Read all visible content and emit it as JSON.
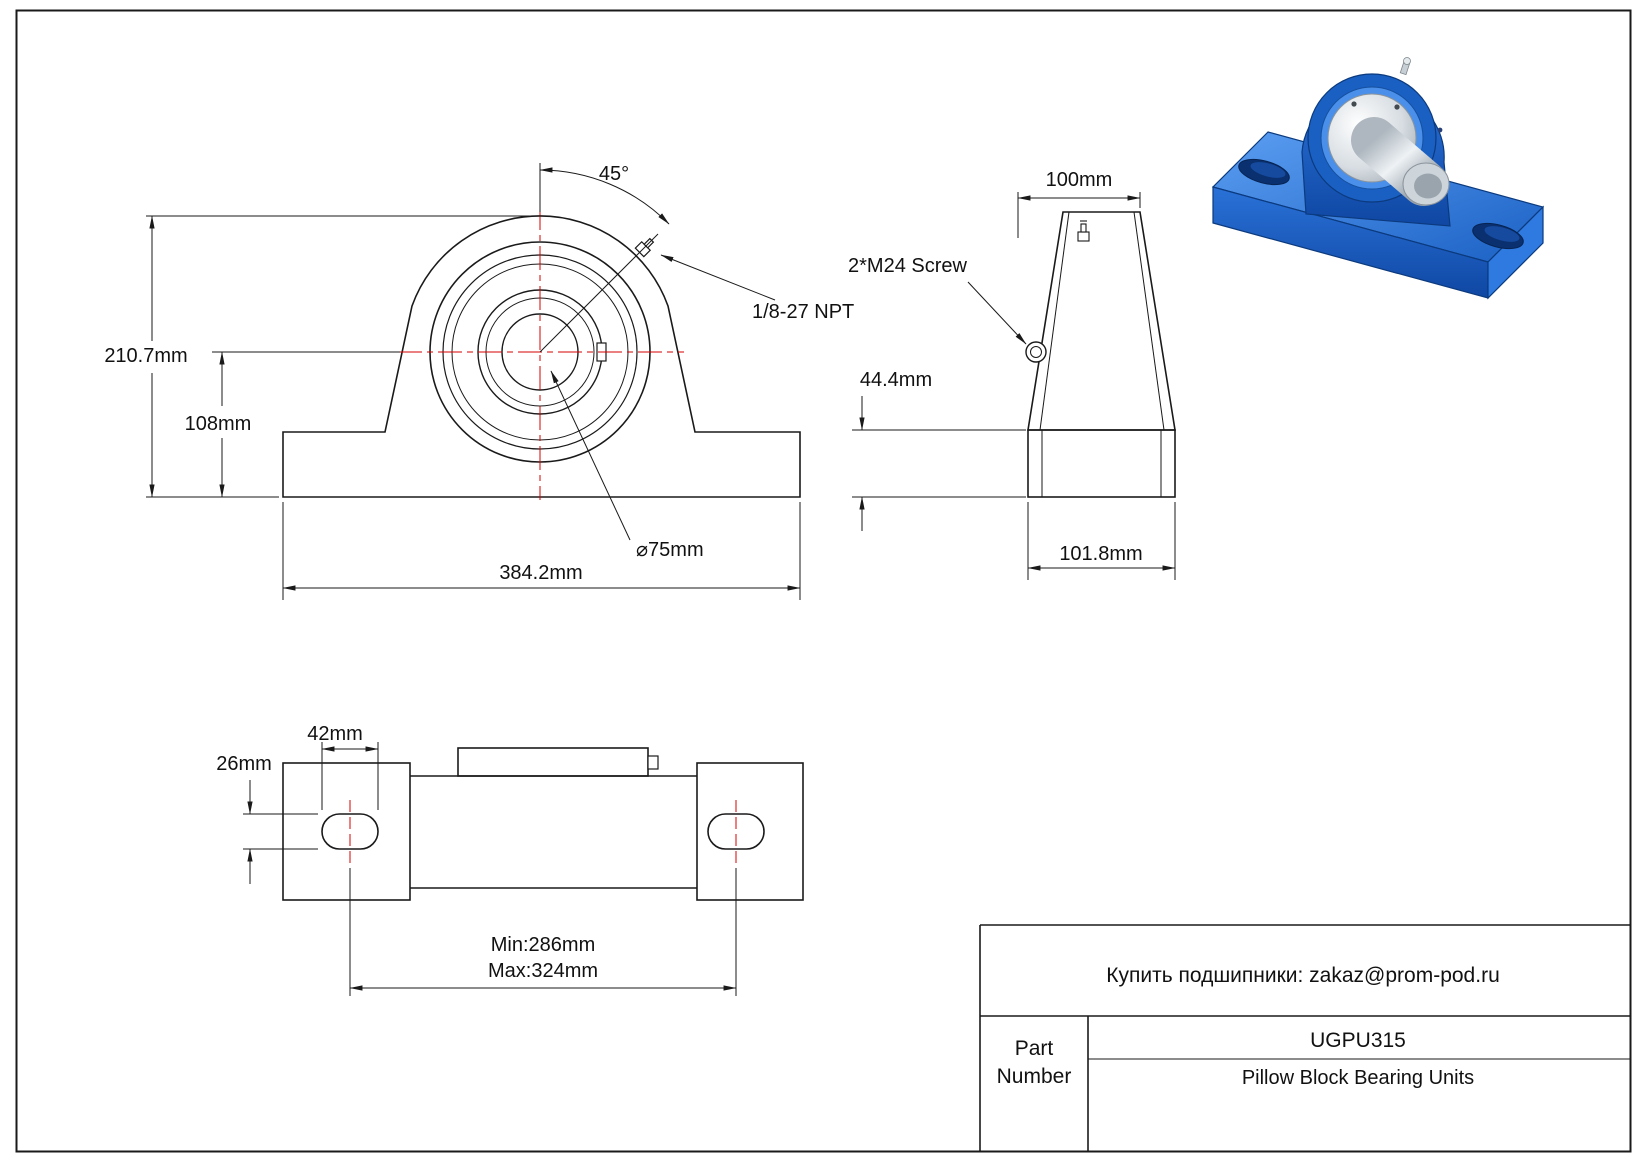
{
  "sheet": {
    "bg_color": "#ffffff",
    "line_color": "#1a1a1a",
    "centerline_color": "#d40000",
    "accent_blue": "#2273dd"
  },
  "front_view": {
    "angle_label": "45°",
    "overall_height": "210.7mm",
    "center_height": "108mm",
    "npt_label": "1/8-27 NPT",
    "bore_label": "⌀75mm",
    "base_width": "384.2mm"
  },
  "side_view": {
    "top_width": "100mm",
    "screw_label": "2*M24 Screw",
    "base_height": "44.4mm",
    "base_width": "101.8mm"
  },
  "bottom_view": {
    "slot_length": "42mm",
    "slot_width": "26mm",
    "bolt_min": "Min:286mm",
    "bolt_max": "Max:324mm"
  },
  "title_block": {
    "contact": "Купить подшипники: zakaz@prom-pod.ru",
    "part_label_line1": "Part",
    "part_label_line2": "Number",
    "part_number": "UGPU315",
    "description": "Pillow Block Bearing Units"
  }
}
